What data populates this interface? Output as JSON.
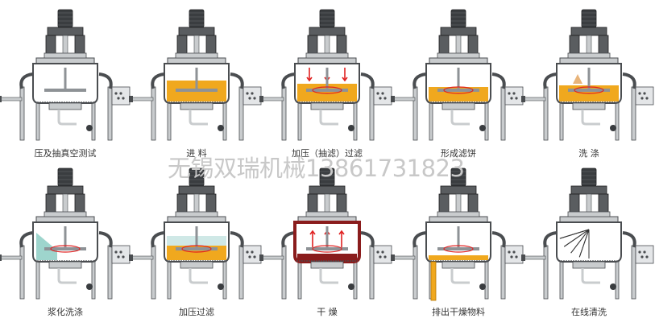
{
  "watermark": "无锡双瑞机械13861731823",
  "colors": {
    "steel": "#c9ccce",
    "steel_dark": "#4a4d50",
    "steel_mid": "#8e9296",
    "slurry": "#f0a81e",
    "slurry_dark": "#b87808",
    "heat": "#8a1c1c",
    "arrow": "#e02020",
    "gas": "#7dc7bc",
    "dust": "#e8b47a",
    "spray": "#333333"
  },
  "stages": [
    {
      "caption": "压及抽真空测试",
      "fill": "none"
    },
    {
      "caption": "进 料",
      "fill": "full"
    },
    {
      "caption": "加压（抽滤）过滤",
      "fill": "pressure"
    },
    {
      "caption": "形成滤饼",
      "fill": "cake"
    },
    {
      "caption": "洗 涤",
      "fill": "wash"
    },
    {
      "caption": "浆化洗涤",
      "fill": "reslurry"
    },
    {
      "caption": "加压过滤",
      "fill": "refilter"
    },
    {
      "caption": "干 燥",
      "fill": "dry"
    },
    {
      "caption": "排出干燥物料",
      "fill": "discharge"
    },
    {
      "caption": "在线清洗",
      "fill": "cip"
    }
  ]
}
